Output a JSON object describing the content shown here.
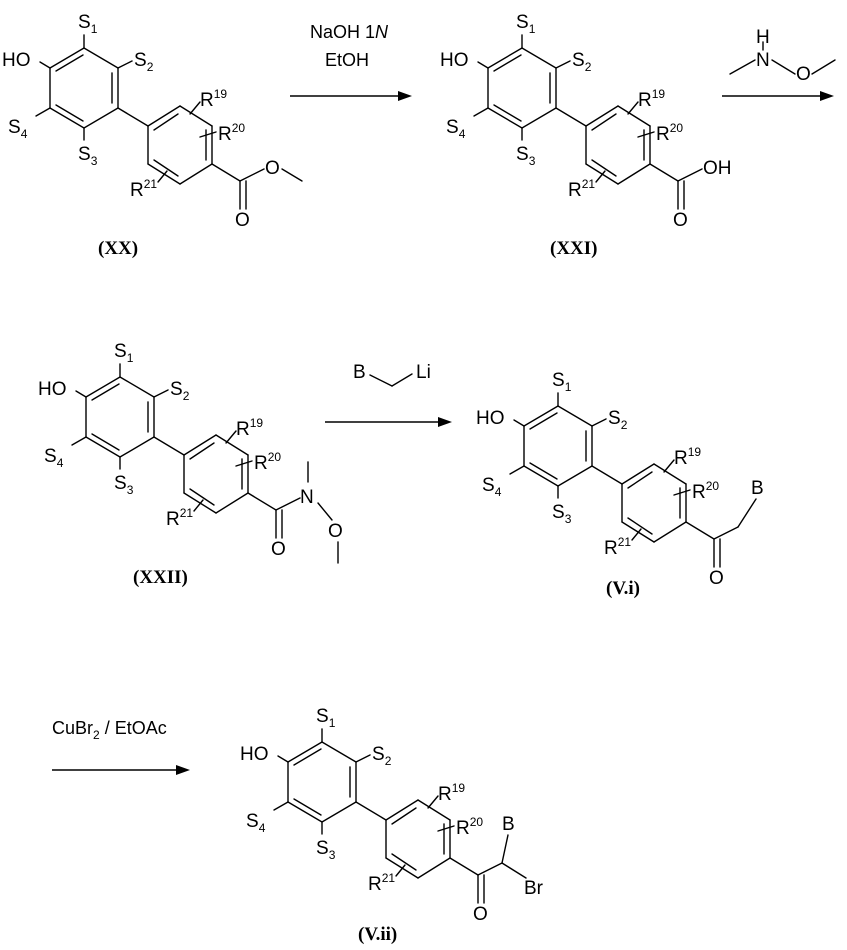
{
  "compounds": [
    {
      "id": "XX",
      "label": "(XX)",
      "tail": "ester"
    },
    {
      "id": "XXI",
      "label": "(XXI)",
      "tail": "acid"
    },
    {
      "id": "XXII",
      "label": "(XXII)",
      "tail": "weinreb"
    },
    {
      "id": "Vi",
      "label": "(V.i)",
      "tail": "ketone"
    },
    {
      "id": "Vii",
      "label": "(V.ii)",
      "tail": "bromoketone"
    }
  ],
  "atoms": {
    "hydroxyl": "HO",
    "S": "S",
    "S1_sub": "1",
    "S2_sub": "2",
    "S3_sub": "3",
    "S4_sub": "4",
    "R": "R",
    "R19_sup": "19",
    "R20_sup": "20",
    "R21_sup": "21",
    "O": "O",
    "OH": "OH",
    "N": "N",
    "H": "H",
    "B": "B",
    "Br": "Br",
    "Li": "Li"
  },
  "reactions": [
    {
      "id": "step1",
      "line1": "NaOH 1",
      "line1_italic": "N",
      "line2": "EtOH"
    },
    {
      "id": "step2",
      "reagent": "N,O-dimethylhydroxylamine"
    },
    {
      "id": "step3",
      "reagent": "B-CH2-Li"
    },
    {
      "id": "step4",
      "line1_a": "CuBr",
      "line1_sub": "2",
      "line1_b": " / EtOAc"
    }
  ]
}
